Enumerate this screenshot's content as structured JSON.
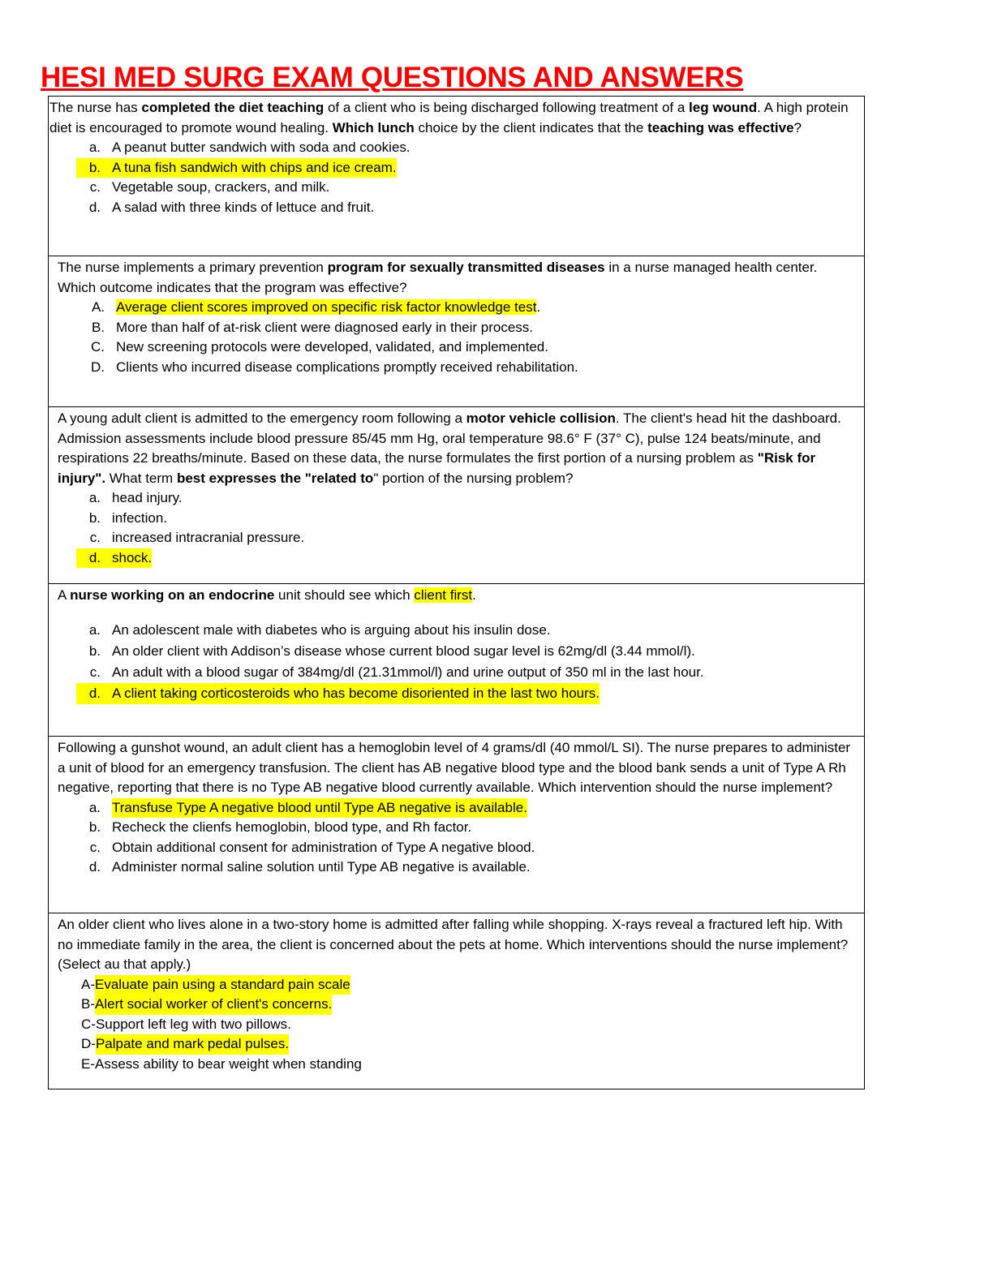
{
  "title": "HESI MED SURG EXAM QUESTIONS AND ANSWERS",
  "colors": {
    "title": "#ff0000",
    "highlight": "#ffff00",
    "border": "#000000"
  },
  "q1": {
    "stem": [
      {
        "t": "The nurse has ",
        "b": false
      },
      {
        "t": "completed the diet teaching",
        "b": true
      },
      {
        "t": " of a client who is being discharged following treatment of a ",
        "b": false
      },
      {
        "t": "leg wound",
        "b": true
      },
      {
        "t": ". A high protein diet is encouraged to promote wound healing. ",
        "b": false
      },
      {
        "t": "Which lunch",
        "b": true
      },
      {
        "t": " choice by the client indicates that the ",
        "b": false
      },
      {
        "t": "teaching was effective",
        "b": true
      },
      {
        "t": "?",
        "b": false
      }
    ],
    "options": [
      {
        "letter": "a.",
        "text": "A peanut butter sandwich with soda and cookies.",
        "correct": false
      },
      {
        "letter": "b.",
        "text": "A tuna fish sandwich with chips and ice cream.",
        "correct": true
      },
      {
        "letter": "c.",
        "text": "Vegetable soup, crackers, and milk.",
        "correct": false
      },
      {
        "letter": "d.",
        "text": "A salad with three kinds of lettuce and fruit.",
        "correct": false
      }
    ]
  },
  "q2": {
    "stem": [
      {
        "t": "The nurse implements a primary prevention ",
        "b": false
      },
      {
        "t": "program for sexually transmitted diseases",
        "b": true
      },
      {
        "t": " in a nurse managed health center. Which outcome indicates that the program was effective?",
        "b": false
      }
    ],
    "options": [
      {
        "letter": "A.",
        "text": "Average client scores improved on specific risk factor knowledge test",
        "suffix": ".",
        "correct": true
      },
      {
        "letter": "B.",
        "text": "More than half of at-risk client were diagnosed early in their process.",
        "suffix": "",
        "correct": false
      },
      {
        "letter": "C.",
        "text": "New screening protocols were developed, validated, and implemented.",
        "suffix": "",
        "correct": false
      },
      {
        "letter": "D.",
        "text": "Clients who incurred disease complications promptly received rehabilitation.",
        "suffix": "",
        "correct": false
      }
    ]
  },
  "q3": {
    "stem": [
      {
        "t": "A young adult client is admitted to the emergency room following a ",
        "b": false
      },
      {
        "t": "motor vehicle collision",
        "b": true
      },
      {
        "t": ". The client's head hit the dashboard. Admission assessments include blood pressure 85/45 mm Hg, oral temperature 98.6° F (37° C), pulse 124 beats/minute, and respirations 22 breaths/minute. Based on these data, the nurse formulates the first portion of a nursing problem as ",
        "b": false
      },
      {
        "t": "\"Risk for injury\".",
        "b": true
      },
      {
        "t": " What term ",
        "b": false
      },
      {
        "t": "best expresses the \"related to",
        "b": true
      },
      {
        "t": "\" portion of the nursing problem?",
        "b": false
      }
    ],
    "options": [
      {
        "letter": "a.",
        "text": "head injury.",
        "correct": false
      },
      {
        "letter": "b.",
        "text": "infection.",
        "correct": false
      },
      {
        "letter": "c.",
        "text": "increased intracranial pressure.",
        "correct": false
      },
      {
        "letter": "d.",
        "text": "shock.",
        "correct": true
      }
    ]
  },
  "q4": {
    "stem_pre": "A ",
    "stem_bold": "nurse working on an endocrine",
    "stem_mid": " unit should see which ",
    "stem_hl": "client first",
    "stem_end": ".",
    "options": [
      {
        "letter": "a.",
        "text": "An adolescent male with diabetes who is arguing about his insulin dose.",
        "correct": false
      },
      {
        "letter": "b.",
        "text": "An older client with Addison’s disease whose current blood sugar level is 62mg/dl (3.44 mmol/l).",
        "correct": false
      },
      {
        "letter": "c.",
        "text": "An adult with a blood sugar of 384mg/dl (21.31mmol/l) and urine output of 350 ml in the last hour.",
        "correct": false
      },
      {
        "letter": "d.",
        "text": "A client taking corticosteroids who has become disoriented in the last two hours.",
        "correct": true
      }
    ]
  },
  "q5": {
    "stem": "Following a gunshot wound, an adult client has a hemoglobin level of 4 grams/dl (40 mmol/L SI). The nurse prepares to administer a unit of blood for an emergency transfusion. The client has AB negative blood type and the blood bank sends a unit of Type A Rh negative, reporting that there is no Type AB negative blood currently available. Which intervention should the nurse implement?",
    "options": [
      {
        "letter": "a.",
        "text": "Transfuse Type A negative blood until Type AB negative is available.",
        "correct": true
      },
      {
        "letter": "b.",
        "text": "Recheck the clienfs hemoglobin, blood type, and Rh factor.",
        "correct": false
      },
      {
        "letter": "c.",
        "text": "Obtain additional consent for administration of Type A negative blood.",
        "correct": false
      },
      {
        "letter": "d.",
        "text": "Administer normal saline solution until Type AB negative is available.",
        "correct": false
      }
    ]
  },
  "q6": {
    "stem": "An older client who lives alone in a two-story home is admitted after falling while shopping. X-rays reveal a fractured left hip. With no immediate family in the area, the client is concerned about the pets at home. Which interventions should the nurse implement? (Select au that apply.)",
    "options": [
      {
        "letter": "A-",
        "text": "Evaluate pain using a standard pain scale",
        "correct": true
      },
      {
        "letter": "B-",
        "text": "Alert social worker of client's concerns.",
        "correct": true
      },
      {
        "letter": "C-",
        "text": "Support left leg with two pillows.",
        "correct": false
      },
      {
        "letter": "D-",
        "text": "Palpate and mark pedal pulses.",
        "correct": true
      },
      {
        "letter": "E-",
        "text": "Assess ability to bear weight when standing",
        "correct": false
      }
    ]
  }
}
